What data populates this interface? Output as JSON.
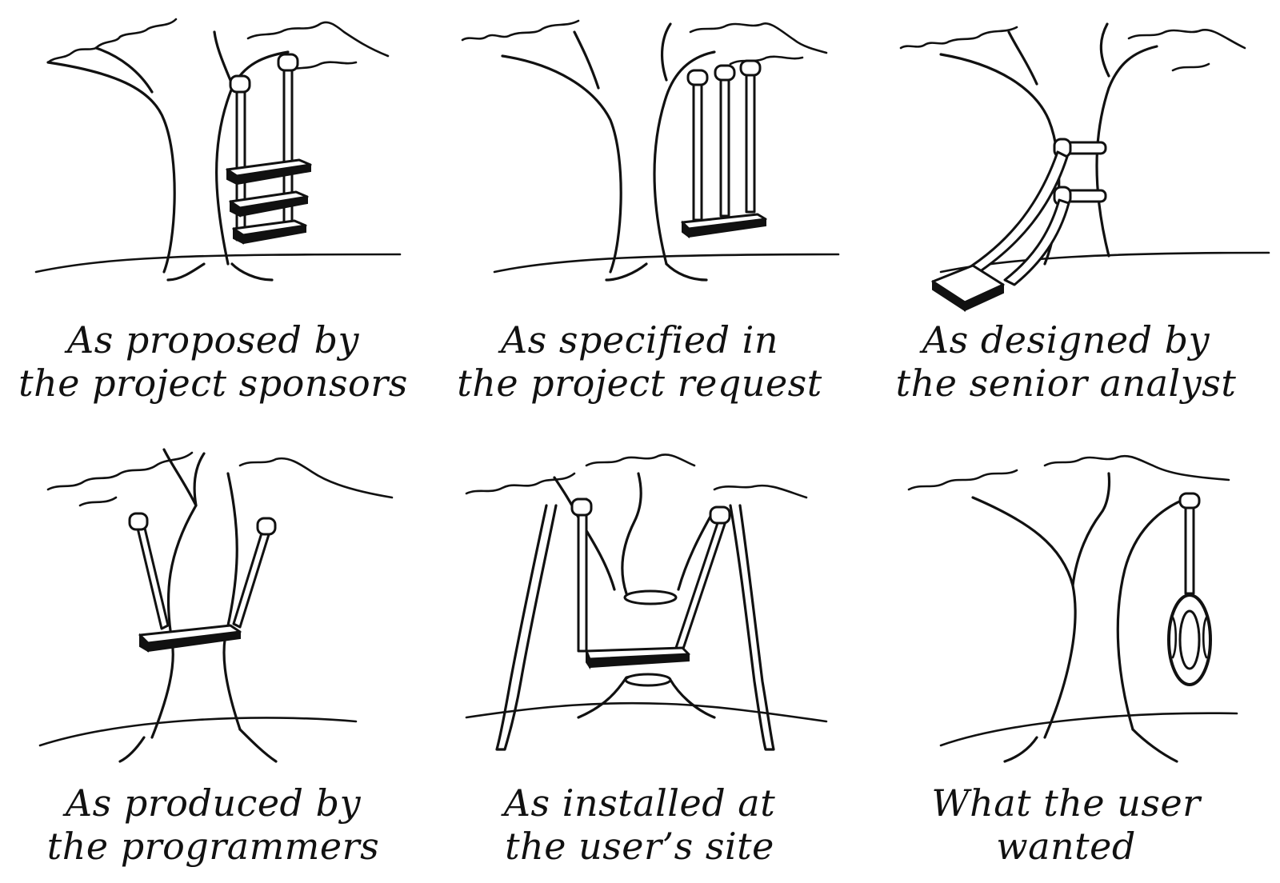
{
  "panels": [
    {
      "line1": "As proposed by",
      "line2": "the project sponsors"
    },
    {
      "line1": "As specified in",
      "line2": "the project request"
    },
    {
      "line1": "As designed by",
      "line2": "the senior analyst"
    },
    {
      "line1": "As produced by",
      "line2": "the programmers"
    },
    {
      "line1": "As installed at",
      "line2": "the user’s site"
    },
    {
      "line1": "What the user",
      "line2": "wanted"
    }
  ]
}
